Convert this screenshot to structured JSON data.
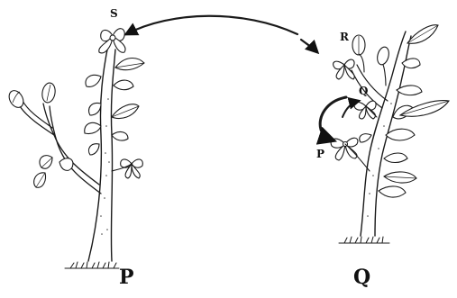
{
  "labels": {
    "flower_s": "S",
    "flower_r": "R",
    "flower_q": "Q",
    "flower_p": "P",
    "plant_p": "P",
    "plant_q": "Q"
  }
}
